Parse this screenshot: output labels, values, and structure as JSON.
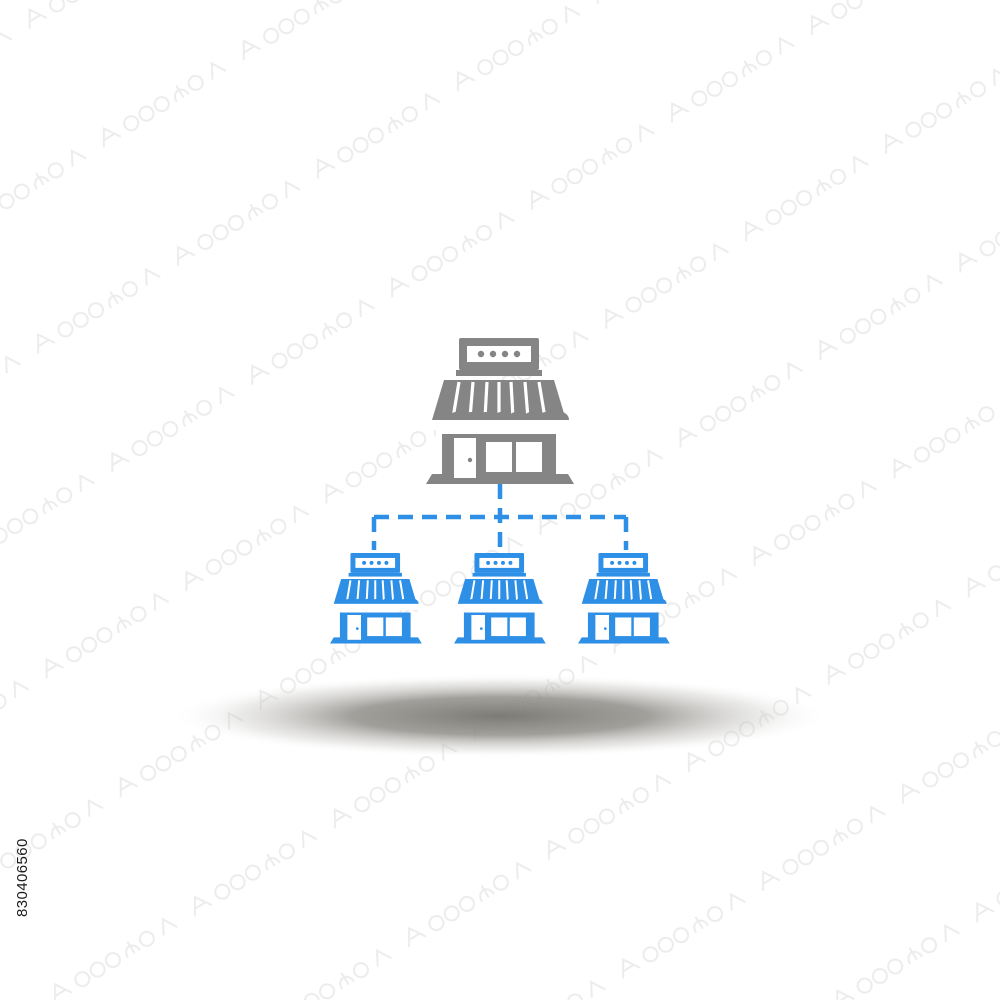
{
  "illustration": {
    "subject": "store-network-icon",
    "colors": {
      "main_store": "#858585",
      "branch_store": "#2e8fe6",
      "connector": "#2e8fe6",
      "background": "#ffffff",
      "shadow": "#7d7b76",
      "watermark": "#eeeeee"
    },
    "main_store": {
      "icon": "storefront-icon"
    },
    "branch_stores": [
      {
        "icon": "storefront-icon"
      },
      {
        "icon": "storefront-icon"
      },
      {
        "icon": "storefront-icon"
      }
    ],
    "connector_style": "dashed"
  },
  "watermark": {
    "icon": "adobe-stock-watermark"
  },
  "stock_id": "830406560"
}
